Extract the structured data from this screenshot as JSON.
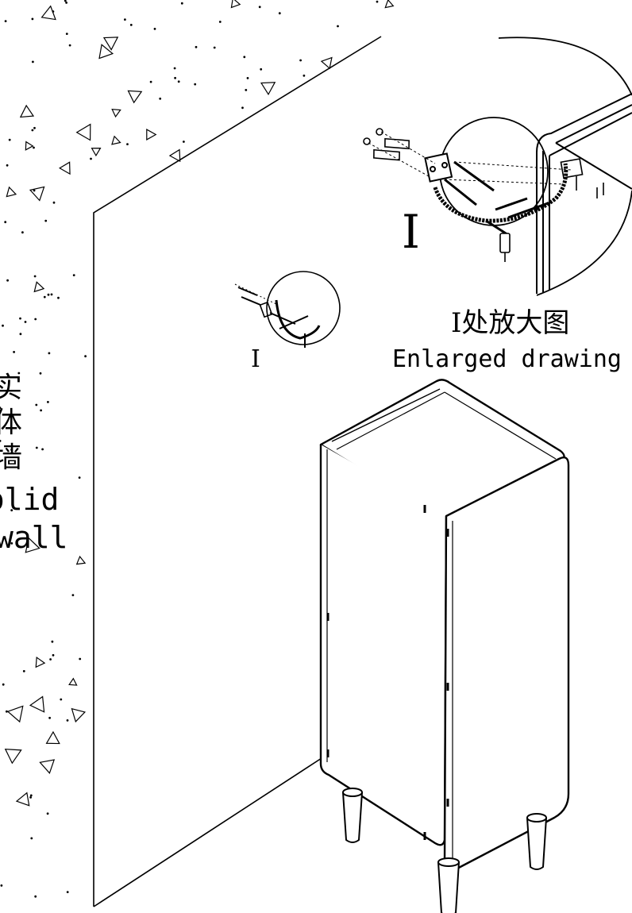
{
  "callout": {
    "marker_large": "I",
    "marker_small": "I",
    "caption_cn": "I处放大图",
    "caption_en": "Enlarged drawing"
  },
  "wall_label": {
    "cn_line1": "实",
    "cn_line2": "体",
    "cn_line3": "墙",
    "en_line1": "Solid",
    "en_line2": "wall"
  },
  "colors": {
    "line": "#000000",
    "background": "#ffffff"
  }
}
